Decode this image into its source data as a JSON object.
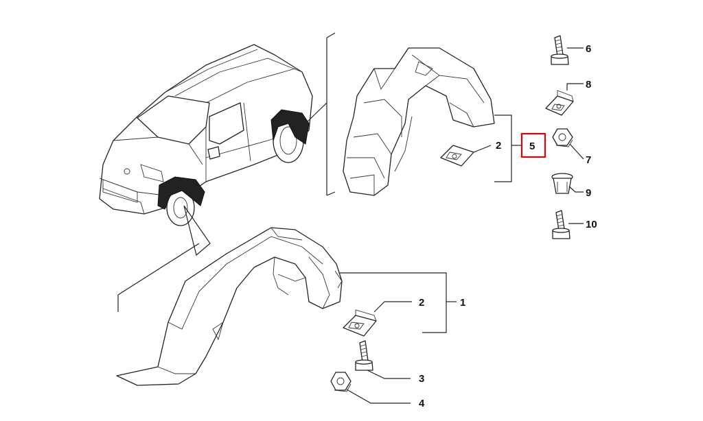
{
  "callouts": {
    "c1": "1",
    "c2_front": "2",
    "c2_rear": "2",
    "c3": "3",
    "c4": "4",
    "c5": "5",
    "c6": "6",
    "c7": "7",
    "c8": "8",
    "c9": "9",
    "c10": "10"
  },
  "colors": {
    "line": "#222222",
    "highlight_box": "#e00000",
    "background": "#ffffff"
  },
  "icons": [
    "van-icon",
    "front-wheel-arch-liner-icon",
    "rear-wheel-arch-liner-icon",
    "screw-icon",
    "nut-icon",
    "clip-nut-icon",
    "rivet-icon"
  ]
}
